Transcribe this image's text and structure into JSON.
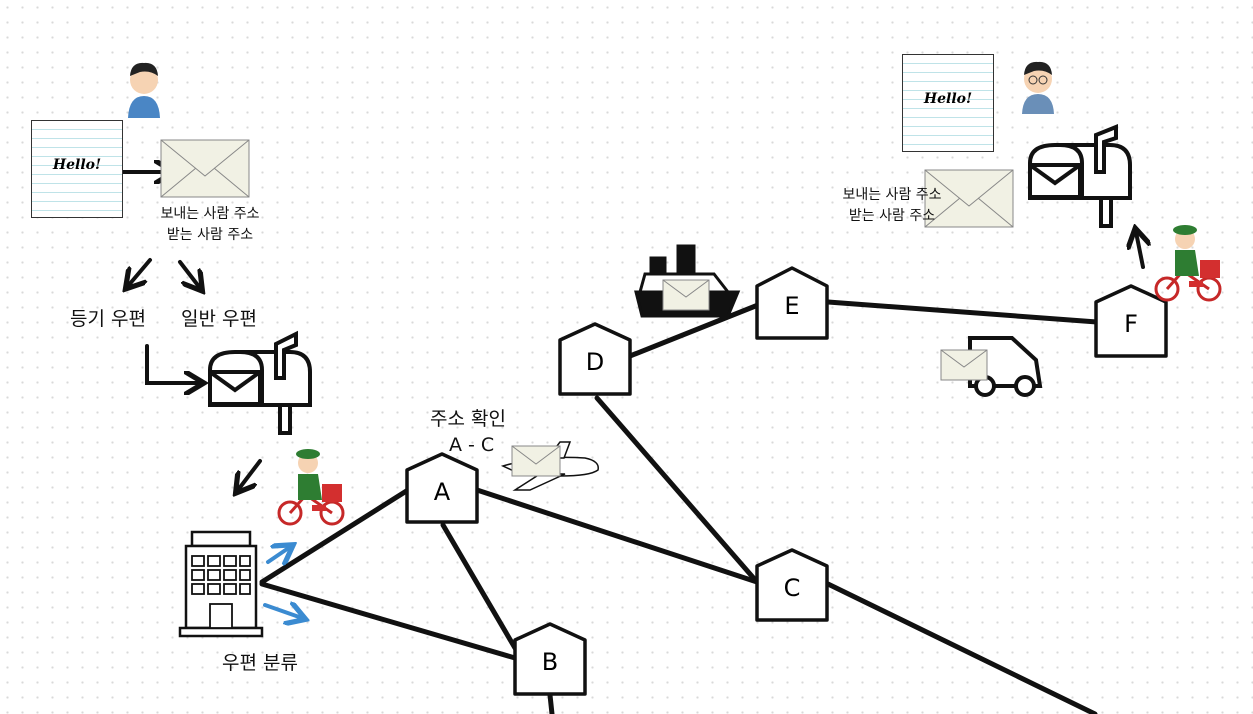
{
  "letter_text": "Hello!",
  "envelope_info": {
    "sender": "보내는 사람 주소",
    "receiver": "받는 사람 주소"
  },
  "mail_types": {
    "registered": "등기 우편",
    "regular": "일반 우편"
  },
  "sorting_label": "우편 분류",
  "address_check": {
    "title": "주소 확인",
    "route": "A - C"
  },
  "nodes": [
    "A",
    "B",
    "C",
    "D",
    "E",
    "F"
  ],
  "colors": {
    "blue_arrow": "#3b8bd1",
    "postman_green": "#2e7d32",
    "postbox_red": "#d32f2f"
  }
}
